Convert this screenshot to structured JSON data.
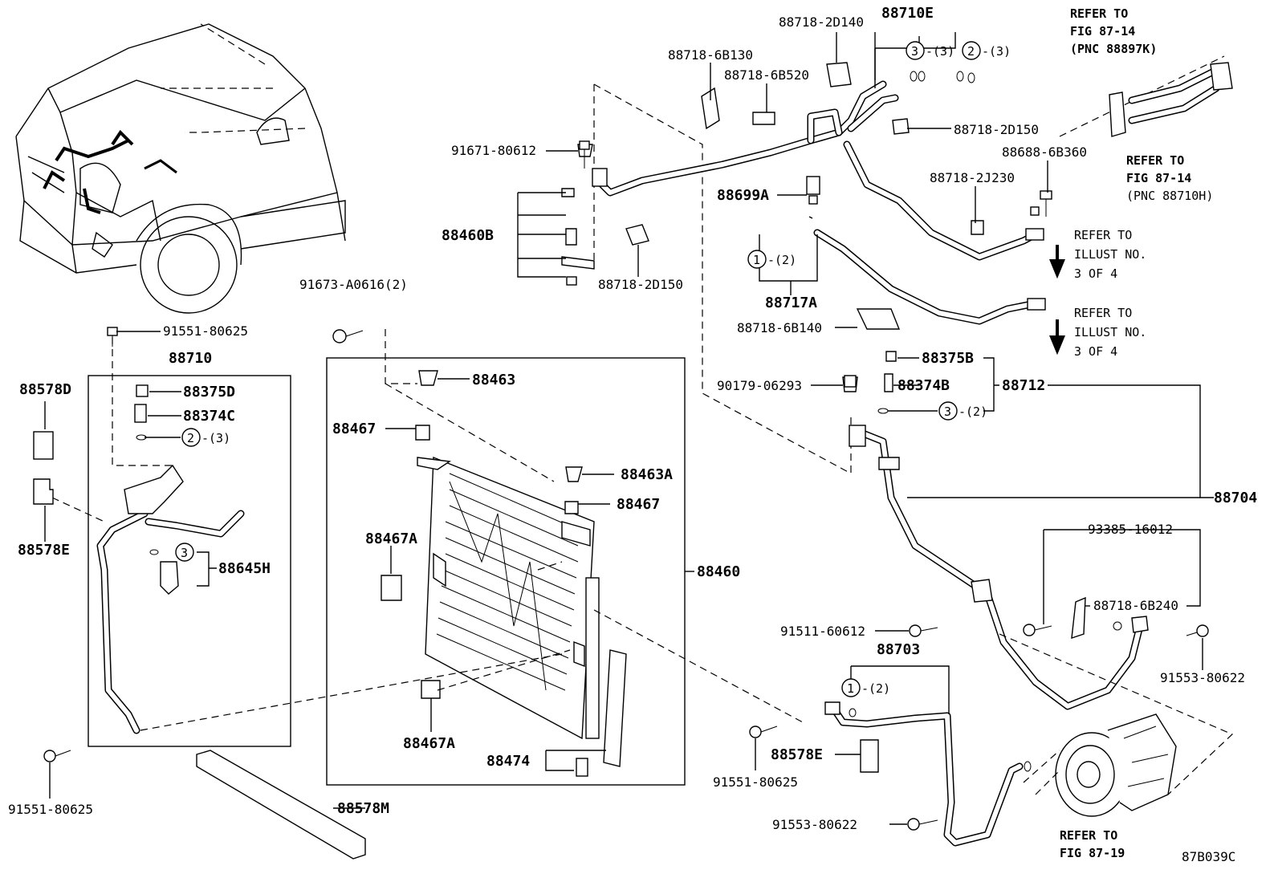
{
  "labels": {
    "p88718_2D140": "88718-2D140",
    "p88710E": "88710E",
    "p88718_6B130": "88718-6B130",
    "p88718_6B520": "88718-6B520",
    "p91671_80612": "91671-80612",
    "p88718_2D150_top": "88718-2D150",
    "p88688_6B360": "88688-6B360",
    "p88718_2J230": "88718-2J230",
    "p88699A": "88699A",
    "p88460B": "88460B",
    "p88718_2D150_mid": "88718-2D150",
    "p88717A": "88717A",
    "p88718_6B140": "88718-6B140",
    "p91673_A0616": "91673-A0616(2)",
    "p91551_80625_top": "91551-80625",
    "p88710": "88710",
    "p88578D": "88578D",
    "p88375D": "88375D",
    "p88374C": "88374C",
    "p88578E_left": "88578E",
    "p88645H": "88645H",
    "p88463": "88463",
    "p88467_a": "88467",
    "p88463A": "88463A",
    "p88467_b": "88467",
    "p88467A_a": "88467A",
    "p88460": "88460",
    "p88467A_b": "88467A",
    "p88474": "88474",
    "p88578M": "88578M",
    "p91551_80625_bl": "91551-80625",
    "p88375B": "88375B",
    "p88374B": "88374B",
    "p88712": "88712",
    "p90179_06293": "90179-06293",
    "p88704": "88704",
    "p93385_16012": "93385-16012",
    "p88718_6B240": "88718-6B240",
    "p91511_60612": "91511-60612",
    "p88703": "88703",
    "p91553_80622_r": "91553-80622",
    "p91551_80625_br": "91551-80625",
    "p88578E_right": "88578E",
    "p91553_80622_b": "91553-80622",
    "fig_code": "87B039C"
  },
  "callouts": {
    "c3_top": "3",
    "c3_top_qty": "-(3)",
    "c2_top": "2",
    "c2_top_qty": "-(3)",
    "c1_mid": "1",
    "c1_mid_qty": "-(2)",
    "c2_left": "2",
    "c2_left_qty": "-(3)",
    "c3_left": "3",
    "c3_right": "3",
    "c3_right_qty": "-(2)",
    "c1_bot": "1",
    "c1_bot_qty": "-(2)"
  },
  "references": {
    "fig_top_right_1": "REFER TO",
    "fig_top_right_2": "FIG 87-14",
    "fig_top_right_3": "(PNC 88897K)",
    "fig_mid_right_1": "REFER TO",
    "fig_mid_right_2": "FIG 87-14",
    "fig_mid_right_3": "(PNC 88710H)",
    "illust_a_1": "REFER TO",
    "illust_a_2": "ILLUST NO.",
    "illust_a_3": "3 OF 4",
    "illust_b_1": "REFER TO",
    "illust_b_2": "ILLUST NO.",
    "illust_b_3": "3 OF 4",
    "fig_bottom_1": "REFER TO",
    "fig_bottom_2": "FIG 87-19"
  }
}
